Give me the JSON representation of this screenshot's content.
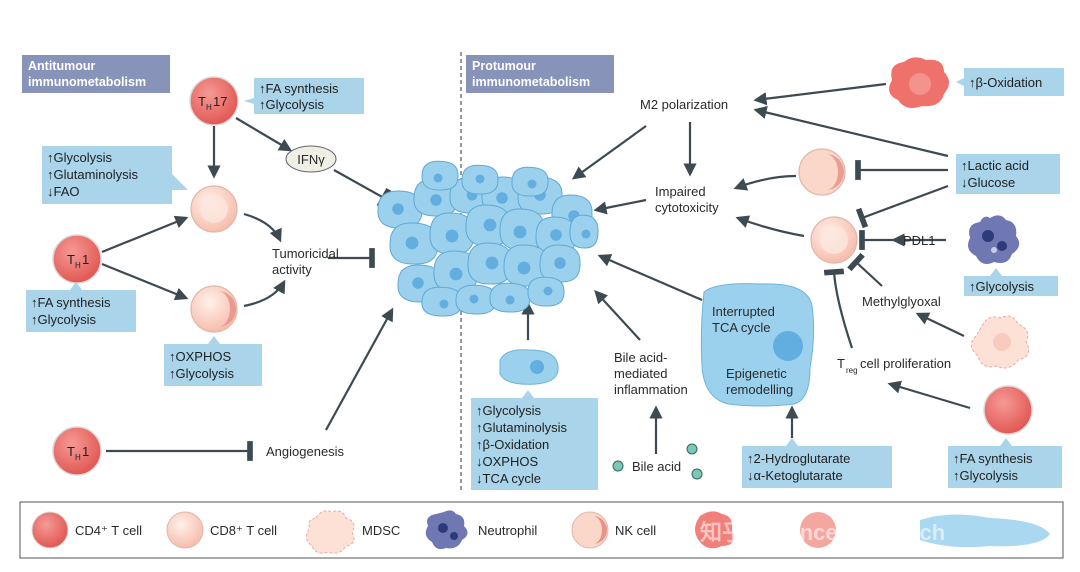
{
  "headers": {
    "antitumour": [
      "Antitumour",
      "immunometabolism"
    ],
    "protumour": [
      "Protumour",
      "immunometabolism"
    ]
  },
  "cells": {
    "th17": [
      "T",
      "H",
      "17"
    ],
    "th1_top": [
      "T",
      "H",
      "1"
    ],
    "th1_bottom": [
      "T",
      "H",
      "1"
    ]
  },
  "boxes": {
    "th17_box": [
      "↑FA synthesis",
      "↑Glycolysis"
    ],
    "cd8_box": [
      "↑Glycolysis",
      "↑Glutaminolysis",
      "↓FAO"
    ],
    "th1_box": [
      "↑FA synthesis",
      "↑Glycolysis"
    ],
    "nk_box": [
      "↑OXPHOS",
      "↑Glycolysis"
    ],
    "tumour_box": [
      "↑Glycolysis",
      "↑Glutaminolysis",
      "↑β-Oxidation",
      "↓OXPHOS",
      "↓TCA cycle"
    ],
    "beta_box": [
      "↑β-Oxidation"
    ],
    "lactic_box": [
      "↑Lactic acid",
      "↓Glucose"
    ],
    "neutro_box": [
      "↑Glycolysis"
    ],
    "hg_box": [
      "↑2-Hydroglutarate",
      "↓α-Ketoglutarate"
    ],
    "treg_box": [
      "↑FA synthesis",
      "↑Glycolysis"
    ]
  },
  "labels": {
    "ifng": "IFNγ",
    "tumoricidal": [
      "Tumoricidal",
      "activity"
    ],
    "angiogenesis": "Angiogenesis",
    "m2": "M2 polarization",
    "impaired": [
      "Impaired",
      "cytotoxicity"
    ],
    "pdl1": "PDL1",
    "methylglyoxal": "Methylglyoxal",
    "treg_prolif": [
      "T",
      "reg",
      " cell proliferation"
    ],
    "bile_inflammation": [
      "Bile acid-",
      "mediated",
      "inflammation"
    ],
    "bile_acid": "Bile acid",
    "tca": [
      "Interrupted",
      "TCA cycle"
    ],
    "epigenetic": [
      "Epigenetic",
      "remodelling"
    ]
  },
  "legend": [
    {
      "label": "CD4⁺ T cell",
      "icon": "cd4-cell"
    },
    {
      "label": "CD8⁺ T cell",
      "icon": "cd8-cell"
    },
    {
      "label": "MDSC",
      "icon": "mdsc-cell"
    },
    {
      "label": "Neutrophil",
      "icon": "neutrophil-cell"
    },
    {
      "label": "NK cell",
      "icon": "nk-cell"
    }
  ],
  "watermark": "知乎 @CancerResearch",
  "colors": {
    "box": "#a9d4ea",
    "header": "#8793b8",
    "cd4": "#ec6a6a",
    "cd8": "#fbd4c7",
    "tumour": "#9cd1ee",
    "neutrophil": "#6f78b2",
    "arrow": "#3e4a52"
  }
}
